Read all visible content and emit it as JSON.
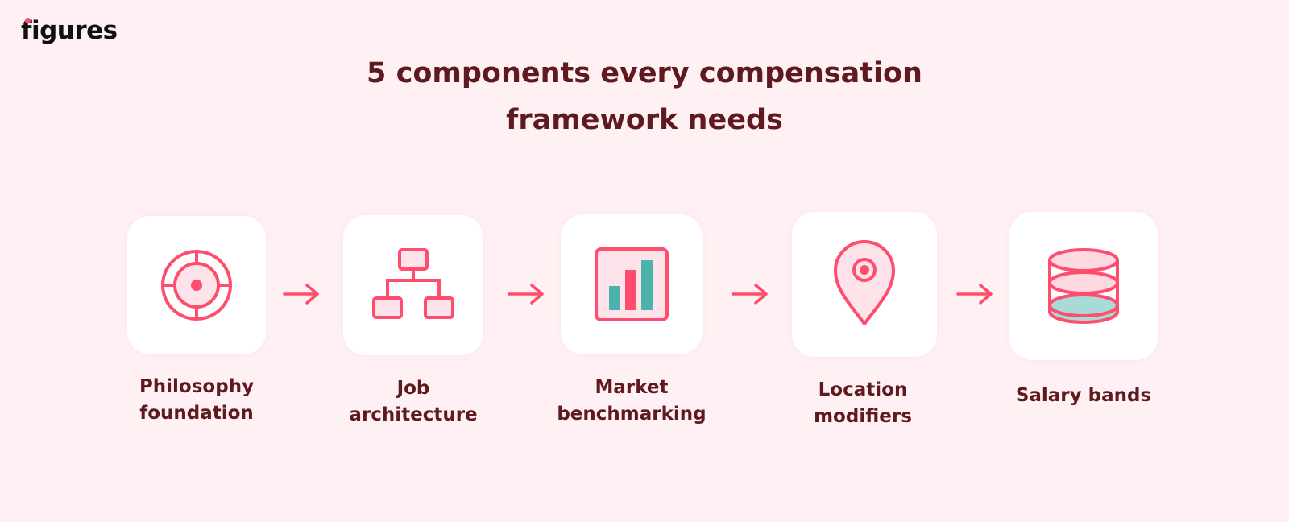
{
  "brand": {
    "name": "figures"
  },
  "title": {
    "line1": "5 components every compensation",
    "line2": "framework needs"
  },
  "colors": {
    "background": "#fff0f3",
    "accent": "#ff4d6d",
    "text": "#5e1a1f",
    "teal": "#4bb2ac"
  },
  "steps": [
    {
      "icon": "target-icon",
      "label_lines": [
        "Philosophy",
        "foundation"
      ]
    },
    {
      "icon": "org-chart-icon",
      "label_lines": [
        "Job",
        "architecture"
      ]
    },
    {
      "icon": "bar-chart-icon",
      "label_lines": [
        "Market",
        "benchmarking"
      ]
    },
    {
      "icon": "map-pin-icon",
      "label_lines": [
        "Location",
        "modifiers"
      ]
    },
    {
      "icon": "stacked-layers-icon",
      "label_lines": [
        "Salary bands"
      ]
    }
  ]
}
